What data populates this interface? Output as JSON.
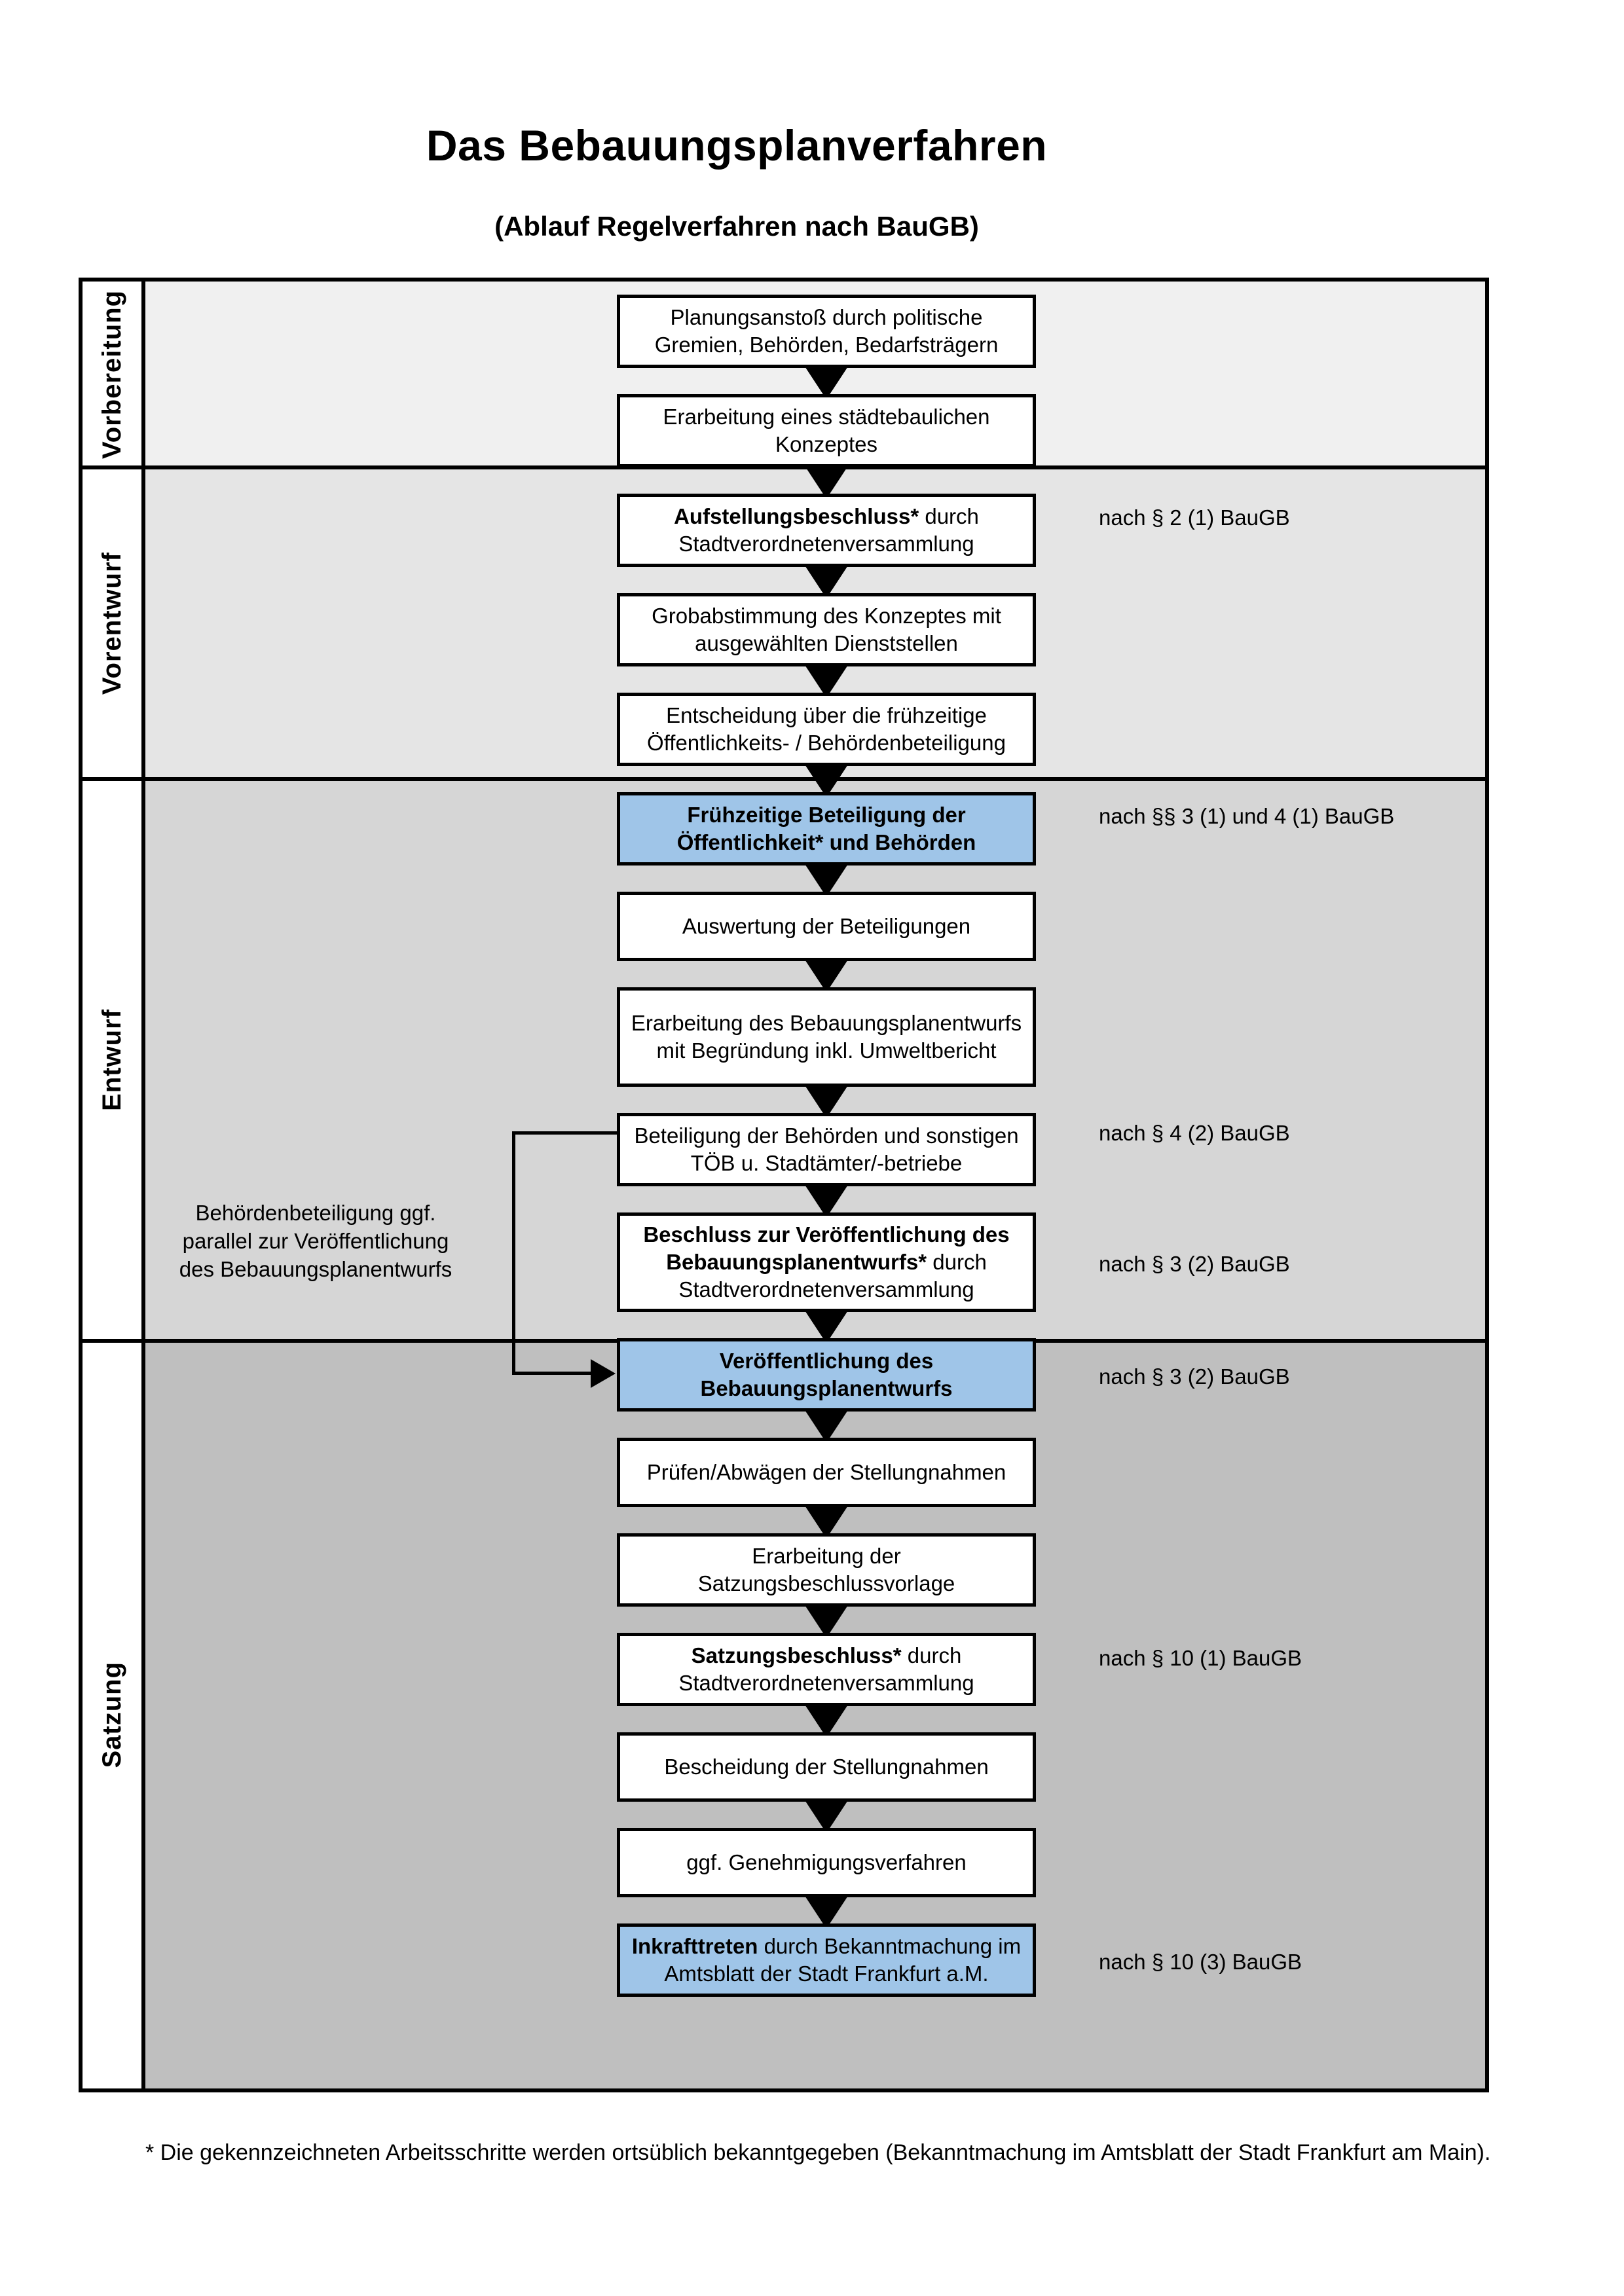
{
  "header": {
    "title": "Das Bebauungsplanverfahren",
    "subtitle": "(Ablauf Regelverfahren nach BauGB)"
  },
  "phases": [
    {
      "id": "vorbereitung",
      "label": "Vorbereitung",
      "background": "#F0F0F0"
    },
    {
      "id": "vorentwurf",
      "label": "Vorentwurf",
      "background": "#E5E5E5"
    },
    {
      "id": "entwurf",
      "label": "Entwurf",
      "background": "#D6D6D6"
    },
    {
      "id": "satzung",
      "label": "Satzung",
      "background": "#BFBFBF"
    }
  ],
  "steps": [
    {
      "id": "s1",
      "phase": "vorbereitung",
      "bold": "",
      "text": "Planungsanstoß durch politische Gremien, Behörden, Bedarfsträgern",
      "highlight": false
    },
    {
      "id": "s2",
      "phase": "vorbereitung",
      "bold": "",
      "text": "Erarbeitung eines städtebaulichen Konzeptes",
      "highlight": false
    },
    {
      "id": "s3",
      "phase": "vorbereitung",
      "bold": "Aufstellungsbeschluss*",
      "text": " durch Stadtverordnetenversammlung",
      "highlight": false
    },
    {
      "id": "s4",
      "phase": "vorentwurf",
      "bold": "",
      "text": "Grobabstimmung des Konzeptes mit ausgewählten Dienststellen",
      "highlight": false
    },
    {
      "id": "s5",
      "phase": "vorentwurf",
      "bold": "",
      "text": "Entscheidung über die frühzeitige Öffentlichkeits- / Behördenbeteiligung",
      "highlight": false
    },
    {
      "id": "s6",
      "phase": "vorentwurf",
      "bold": "Frühzeitige Beteiligung der Öffentlichkeit* und Behörden",
      "text": "",
      "highlight": true
    },
    {
      "id": "s7",
      "phase": "entwurf",
      "bold": "",
      "text": "Auswertung der Beteiligungen",
      "highlight": false
    },
    {
      "id": "s8",
      "phase": "entwurf",
      "bold": "",
      "text": "Erarbeitung des Bebauungsplanentwurfs mit Begründung inkl. Umweltbericht",
      "highlight": false
    },
    {
      "id": "s9",
      "phase": "entwurf",
      "bold": "",
      "text": "Beteiligung der Behörden und sonstigen TÖB u. Stadtämter/-betriebe",
      "highlight": false
    },
    {
      "id": "s10",
      "phase": "entwurf",
      "bold": "Beschluss zur Veröffentlichung des Bebauungsplanentwurfs*",
      "text": " durch Stadtverordnetenversammlung",
      "highlight": false
    },
    {
      "id": "s11",
      "phase": "entwurf",
      "bold": "Veröffentlichung des Bebauungsplanentwurfs",
      "text": "",
      "highlight": true
    },
    {
      "id": "s12",
      "phase": "satzung",
      "bold": "",
      "text": "Prüfen/Abwägen der Stellungnahmen",
      "highlight": false
    },
    {
      "id": "s13",
      "phase": "satzung",
      "bold": "",
      "text": "Erarbeitung der Satzungsbeschlussvorlage",
      "highlight": false
    },
    {
      "id": "s14",
      "phase": "satzung",
      "bold": "Satzungsbeschluss*",
      "text": " durch Stadtverordnetenversammlung",
      "highlight": false
    },
    {
      "id": "s15",
      "phase": "satzung",
      "bold": "",
      "text": "Bescheidung der Stellungnahmen",
      "highlight": false
    },
    {
      "id": "s16",
      "phase": "satzung",
      "bold": "",
      "text": "ggf. Genehmigungsverfahren",
      "highlight": false
    },
    {
      "id": "s17",
      "phase": "satzung",
      "bold": "Inkrafttreten",
      "text": " durch Bekanntmachung im Amtsblatt der Stadt Frankfurt a.M.",
      "highlight": true
    }
  ],
  "legal_refs": [
    {
      "id": "r1",
      "text": "nach § 2 (1) BauGB",
      "for_step": "s3"
    },
    {
      "id": "r2",
      "text": "nach §§ 3 (1) und 4 (1) BauGB",
      "for_step": "s6"
    },
    {
      "id": "r3",
      "text": "nach § 4 (2) BauGB",
      "for_step": "s9"
    },
    {
      "id": "r4",
      "text": "nach § 3 (2) BauGB",
      "for_step": "s10"
    },
    {
      "id": "r5",
      "text": "nach § 3 (2) BauGB",
      "for_step": "s11"
    },
    {
      "id": "r6",
      "text": "nach § 10 (1) BauGB",
      "for_step": "s14"
    },
    {
      "id": "r7",
      "text": "nach § 10 (3) BauGB",
      "for_step": "s17"
    }
  ],
  "side_note": {
    "text": "Behördenbeteiligung ggf. parallel zur Veröffentlichung des Bebauungsplanentwurfs"
  },
  "footnote": {
    "text": "* Die gekennzeichneten Arbeitsschritte werden ortsüblich bekanntgegeben (Bekanntmachung im Amtsblatt  der Stadt Frankfurt am Main)."
  },
  "colors": {
    "highlight_fill": "#9FC5E8",
    "box_border": "#000000",
    "frame_border": "#000000"
  }
}
